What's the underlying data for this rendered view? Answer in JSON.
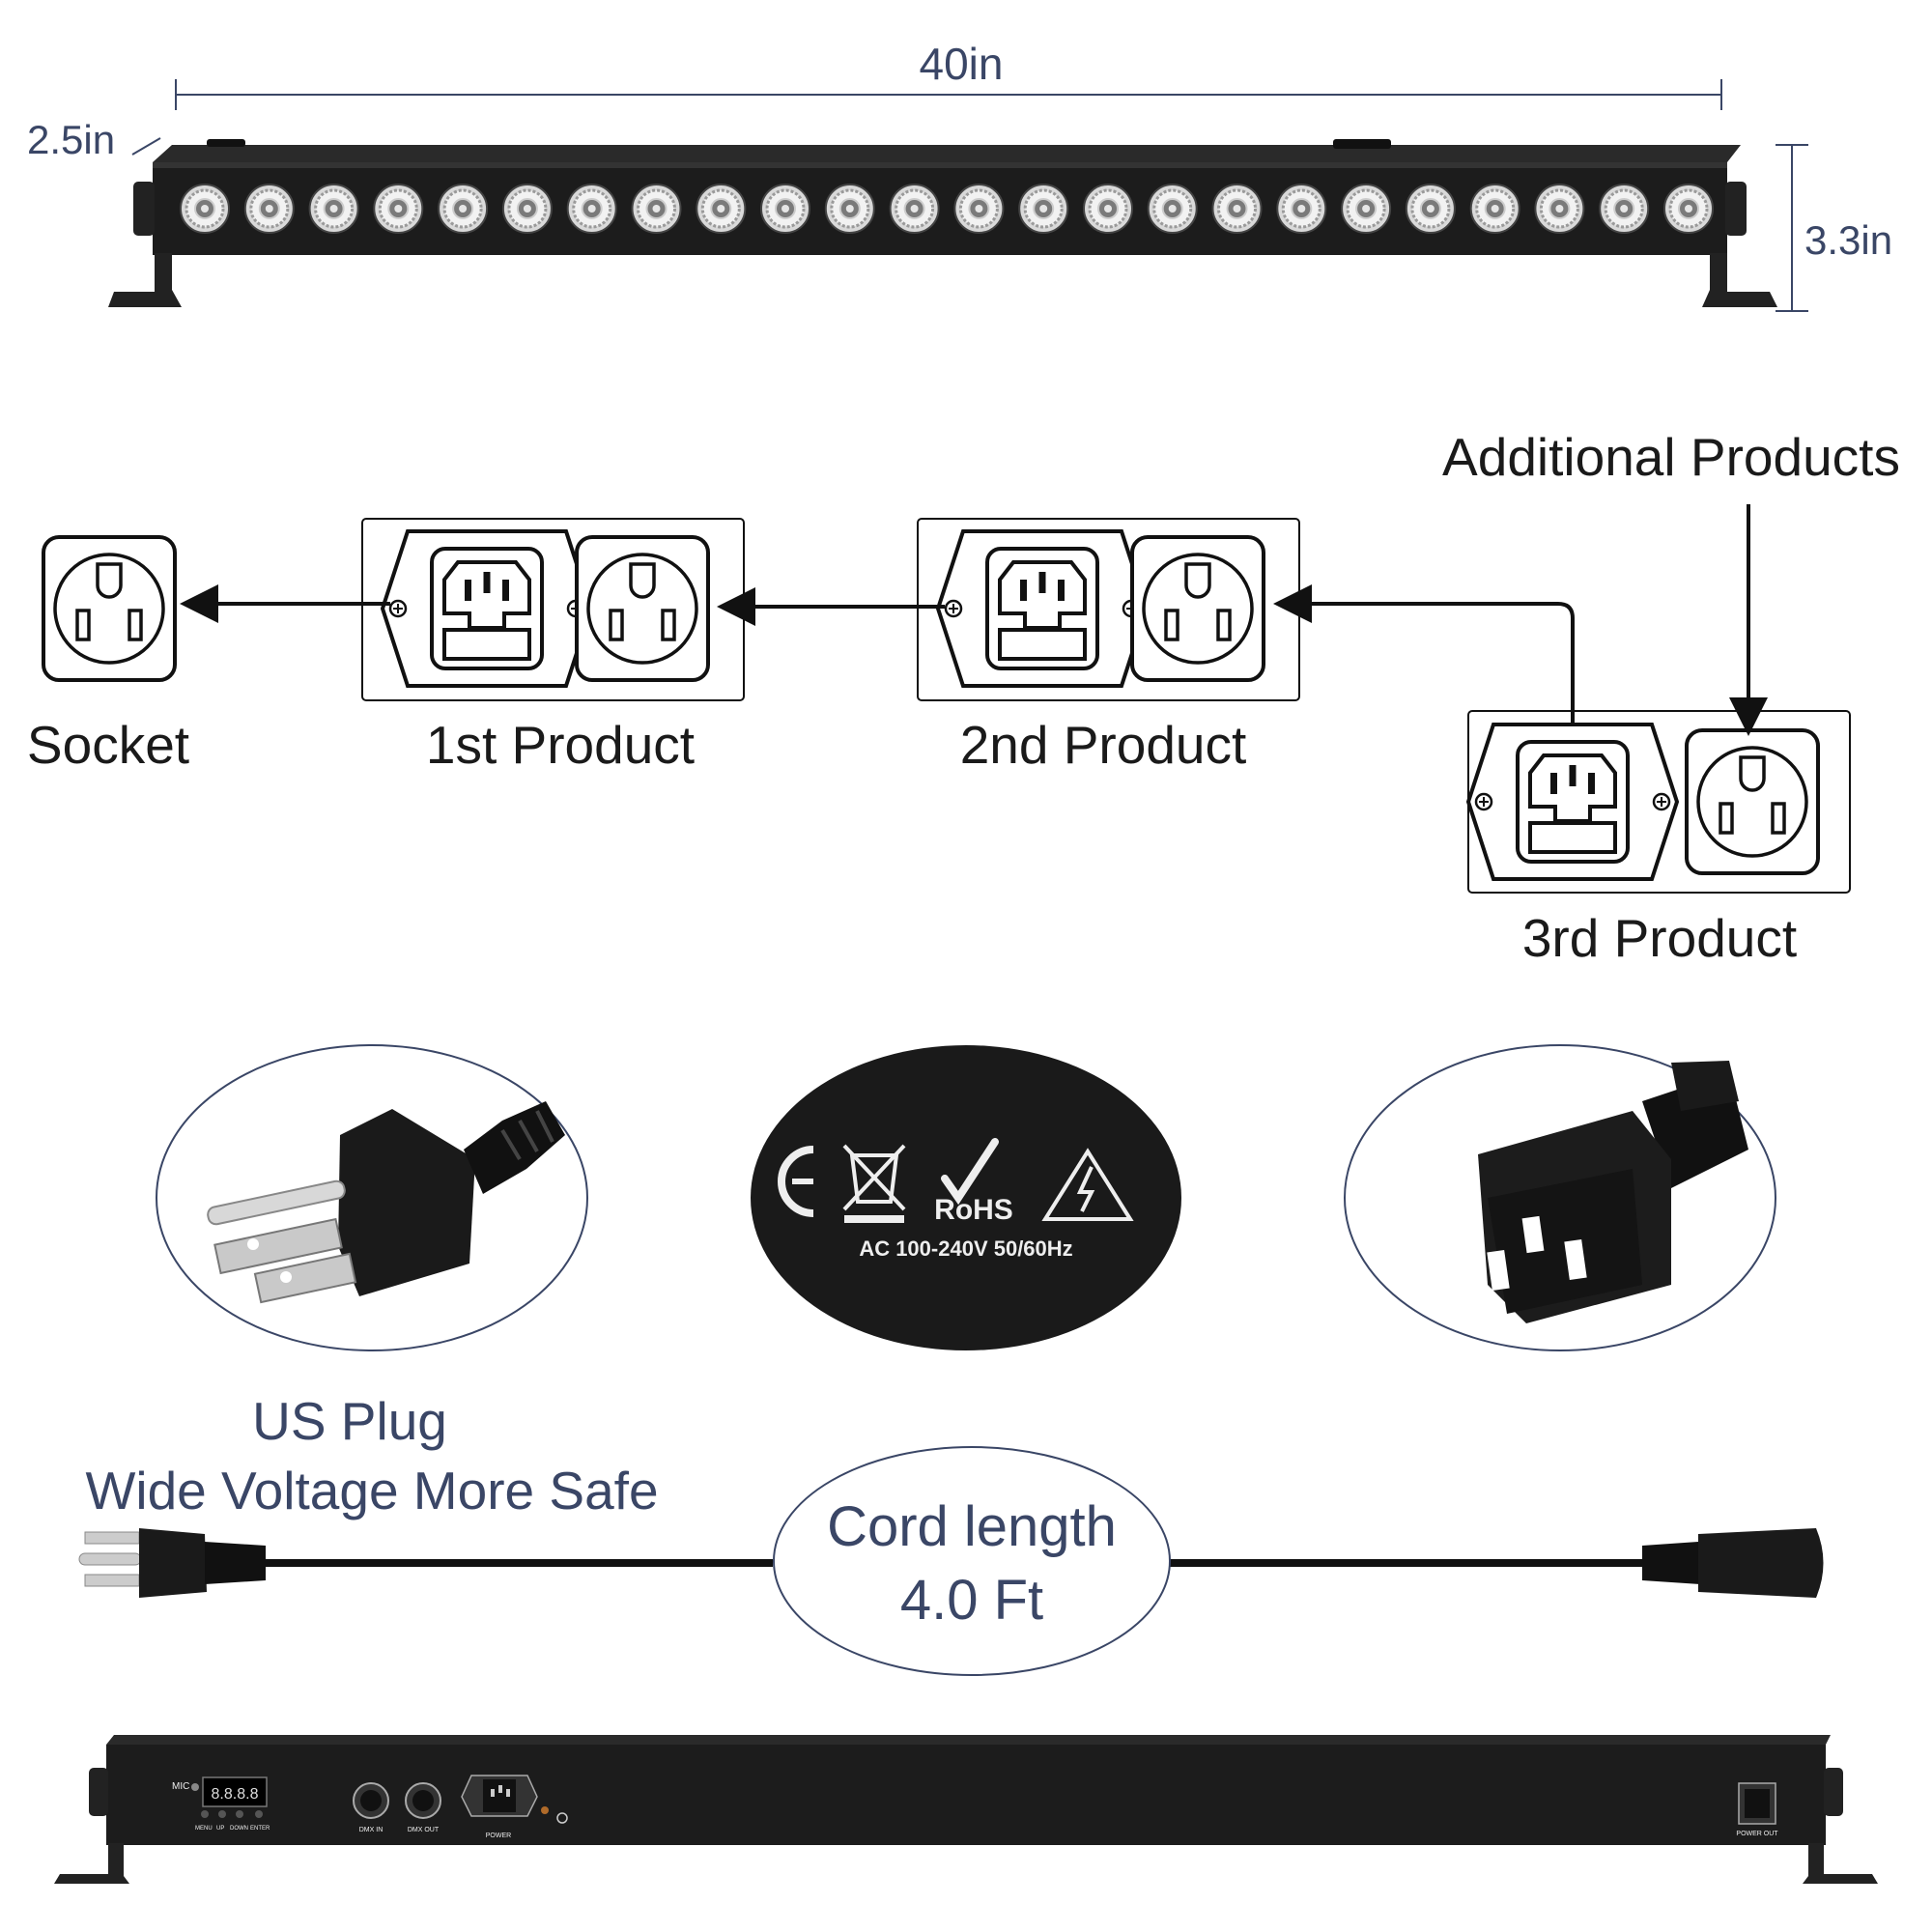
{
  "colors": {
    "accent_text": "#3a4666",
    "dark_text": "#1a1a1a",
    "line": "#111111",
    "bar_body": "#1c1c1c",
    "led_face": "#e8e8e8"
  },
  "dimensions": {
    "length": "40in",
    "depth": "2.5in",
    "height": "3.3in"
  },
  "led_bar": {
    "led_count": 24,
    "led_icon": "led-lens-icon"
  },
  "daisy_chain": {
    "heading": "Additional Products",
    "socket_label": "Socket",
    "products": [
      "1st Product",
      "2nd Product",
      "3rd Product"
    ],
    "inlet_icon": "iec-c14-inlet-icon",
    "outlet_icon": "us-outlet-icon"
  },
  "features": {
    "plug_icon": "us-plug-icon",
    "connector_icon": "iec-c13-connector-icon",
    "cert_icons": [
      "ce-mark-icon",
      "weee-bin-icon",
      "rohs-icon",
      "high-voltage-icon"
    ],
    "rohs_label": "RoHS",
    "voltage_label": "AC 100-240V 50/60Hz",
    "plug_caption_line1": "US Plug",
    "plug_caption_line2": "Wide Voltage More Safe"
  },
  "cord": {
    "line1": "Cord length",
    "line2": "4.0 Ft"
  },
  "rear_panel": {
    "mic_label": "MIC",
    "display_value": "8.8.8.8",
    "buttons": [
      "MENU",
      "UP",
      "DOWN",
      "ENTER"
    ],
    "dmx_in_label": "DMX IN",
    "dmx_out_label": "DMX OUT",
    "power_label": "POWER",
    "power_out_label": "POWER OUT"
  }
}
